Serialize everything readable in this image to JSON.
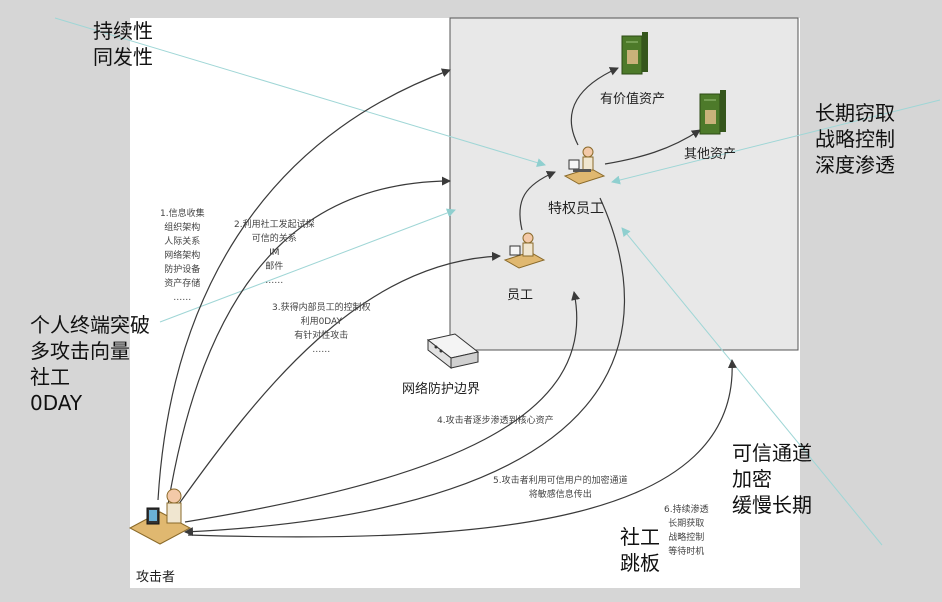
{
  "labels": {
    "top_left": [
      "持续性",
      "同发性"
    ],
    "left_mid": [
      "个人终端突破",
      "多攻击向量",
      "社工",
      "0DAY"
    ],
    "right_top": [
      "长期窃取",
      "战略控制",
      "深度渗透"
    ],
    "right_bottom": [
      "可信通道",
      "加密",
      "缓慢长期"
    ],
    "bottom_mid": [
      "社工",
      "跳板"
    ]
  },
  "nodes": {
    "valuable_assets": "有价值资产",
    "other_assets": "其他资产",
    "privileged_employee": "特权员工",
    "employee": "员工",
    "firewall": "网络防护边界",
    "attacker": "攻击者"
  },
  "steps": {
    "step1": [
      "1.信息收集",
      "组织架构",
      "人际关系",
      "网络架构",
      "防护设备",
      "资产存储",
      "……"
    ],
    "step2": [
      "2.利用社工发起试探",
      "可信的关系",
      "IM",
      "邮件",
      "……"
    ],
    "step3": [
      "3.获得内部员工的控制权",
      "利用0DAY",
      "有针对性攻击",
      "……"
    ],
    "step4": [
      "4.攻击者逐步渗透到核心资产"
    ],
    "step5": [
      "5.攻击者利用可信用户的加密通道",
      "将敏感信息传出"
    ],
    "step6": [
      "6.持续渗透",
      "长期获取",
      "战略控制",
      "等待时机"
    ]
  },
  "colors": {
    "background": "#d6d6d6",
    "panel": "#ffffff",
    "inner_network": "#e8e8e8",
    "arrow": "#3a3a3a",
    "callout_line": "#9fd6d6",
    "server": "#4d7a2a"
  }
}
